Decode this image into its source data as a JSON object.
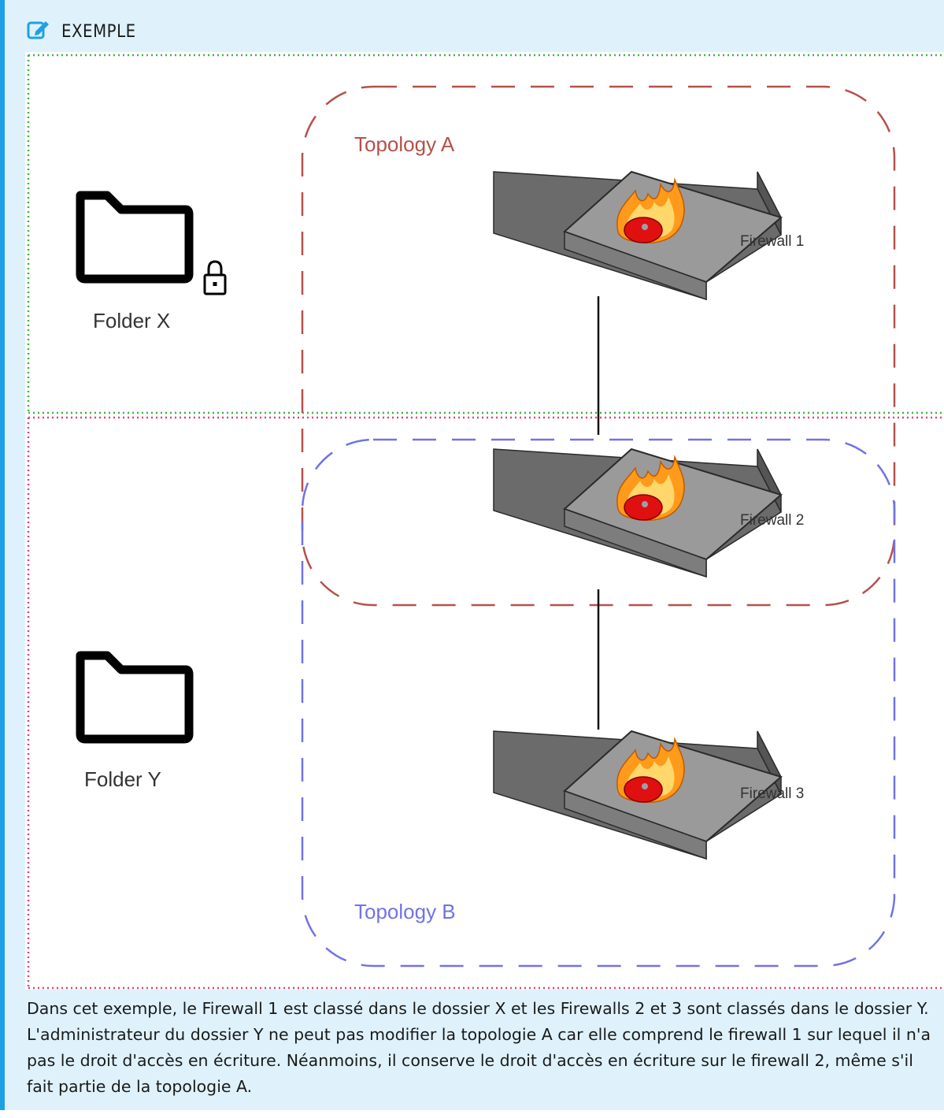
{
  "callout": {
    "title": "EXEMPLE",
    "icon": "edit-note-icon",
    "accent_color": "#1ea0e6",
    "background_color": "#dff2fb"
  },
  "diagram": {
    "folders": [
      {
        "label": "Folder X",
        "locked": true
      },
      {
        "label": "Folder Y",
        "locked": false
      }
    ],
    "topologies": [
      {
        "label": "Topology A",
        "color": "#b5514a"
      },
      {
        "label": "Topology B",
        "color": "#7272e6"
      }
    ],
    "firewalls": [
      {
        "label": "Firewall 1"
      },
      {
        "label": "Firewall 2"
      },
      {
        "label": "Firewall 3"
      }
    ],
    "zone_colors": {
      "folder_x": "#3cb43c",
      "folder_y": "#e0407a"
    }
  },
  "description": "Dans cet exemple, le Firewall 1 est classé dans le dossier X et les Firewalls 2 et 3 sont classés dans le dossier Y. L'administrateur du dossier Y ne peut pas modifier la topologie A car elle comprend le firewall 1 sur lequel il n'a pas le droit d'accès en écriture. Néanmoins, il conserve le droit d'accès en écriture sur le firewall 2, même s'il fait partie de la topologie A."
}
